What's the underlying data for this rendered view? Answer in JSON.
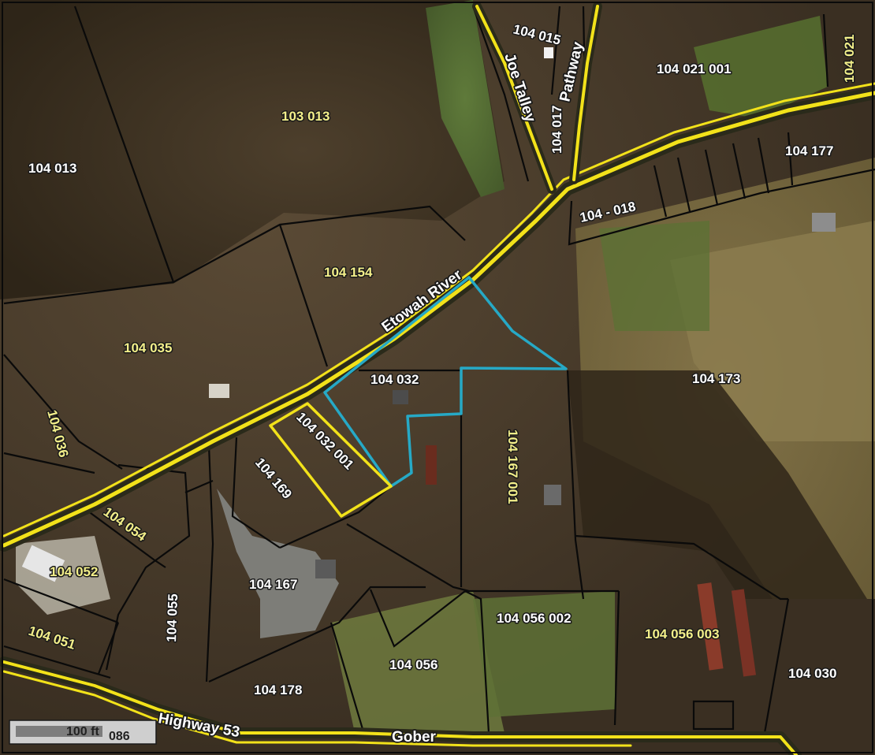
{
  "colors": {
    "road": "#f2e21a",
    "road_casing": "#2a2a1a",
    "parcel_line": "#0a0a0a",
    "subject_parcel": "#26a9c6",
    "adjacent_parcel": "#f2e21a"
  },
  "roads": {
    "etowah_river": "Etowah River",
    "joe_talley": "Joe Talley",
    "pathway": "Pathway",
    "highway_53": "Highway 53",
    "gober": "Gober"
  },
  "parcels": [
    {
      "id": "p-104-015",
      "text": "104  015"
    },
    {
      "id": "p-104-021-001",
      "text": "104   021 001"
    },
    {
      "id": "p-104-021",
      "text": "104  021"
    },
    {
      "id": "p-103-013",
      "text": "103   013"
    },
    {
      "id": "p-104-017",
      "text": "104   017"
    },
    {
      "id": "p-104-177",
      "text": "104   177"
    },
    {
      "id": "p-104-013",
      "text": "104   013"
    },
    {
      "id": "p-104-018",
      "text": "104 -  018"
    },
    {
      "id": "p-104-154",
      "text": "104    154"
    },
    {
      "id": "p-104-035",
      "text": "104    035"
    },
    {
      "id": "p-104-032",
      "text": "104     032"
    },
    {
      "id": "p-104-173",
      "text": "104    173"
    },
    {
      "id": "p-104-036",
      "text": "104     036"
    },
    {
      "id": "p-104-032-001",
      "text": "104   032 001"
    },
    {
      "id": "p-104-169",
      "text": "104       169"
    },
    {
      "id": "p-104-167-001",
      "text": "104    167 001"
    },
    {
      "id": "p-104-054",
      "text": "104   054"
    },
    {
      "id": "p-104-052",
      "text": "104   052"
    },
    {
      "id": "p-104-055",
      "text": "104     055"
    },
    {
      "id": "p-104-167",
      "text": "104    167"
    },
    {
      "id": "p-104-056-002",
      "text": "104   056 002"
    },
    {
      "id": "p-104-056-003",
      "text": "104    056 003"
    },
    {
      "id": "p-104-051",
      "text": "104   051"
    },
    {
      "id": "p-104-056",
      "text": "104    056"
    },
    {
      "id": "p-104-030",
      "text": "104    030"
    },
    {
      "id": "p-104-178",
      "text": "104    178"
    }
  ],
  "scale_bar": {
    "label": "100 ft",
    "overlay_text": "086"
  }
}
